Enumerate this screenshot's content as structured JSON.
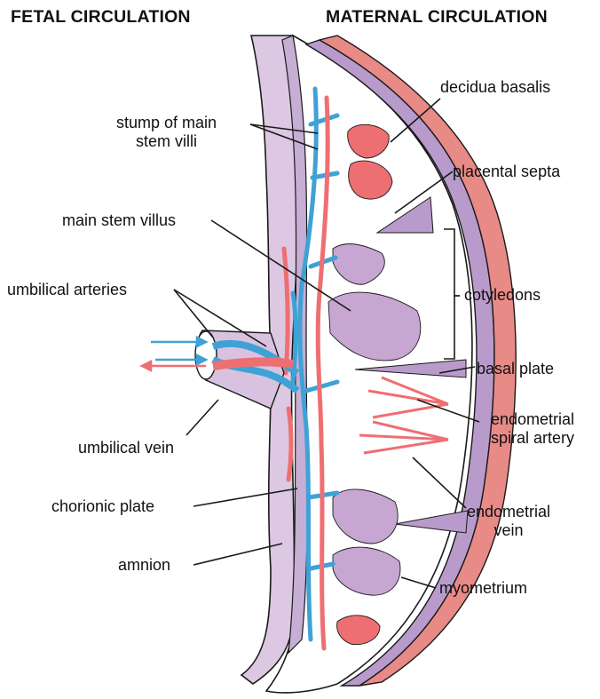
{
  "headings": {
    "fetal": "FETAL CIRCULATION",
    "maternal": "MATERNAL CIRCULATION"
  },
  "labels": {
    "stump_line1": "stump of main",
    "stump_line2": "stem villi",
    "main_stem_villus": "main stem villus",
    "umbilical_arteries": "umbilical arteries",
    "umbilical_vein": "umbilical vein",
    "chorionic_plate": "chorionic plate",
    "amnion": "amnion",
    "decidua_basalis": "decidua basalis",
    "placental_septa": "placental septa",
    "cotyledons": "cotyledons",
    "basal_plate": "basal plate",
    "spiral_artery_line1": "endometrial",
    "spiral_artery_line2": "spiral artery",
    "endo_vein_line1": "endometrial",
    "endo_vein_line2": "vein",
    "myometrium": "myometrium"
  },
  "colors": {
    "artery_red": "#ee6f72",
    "vein_blue": "#3fa2d6",
    "tissue_lilac": "#d6c3de",
    "chorion_purple": "#b89cc8",
    "myometrium_red": "#e88a86",
    "outline": "#1a1a1a"
  }
}
